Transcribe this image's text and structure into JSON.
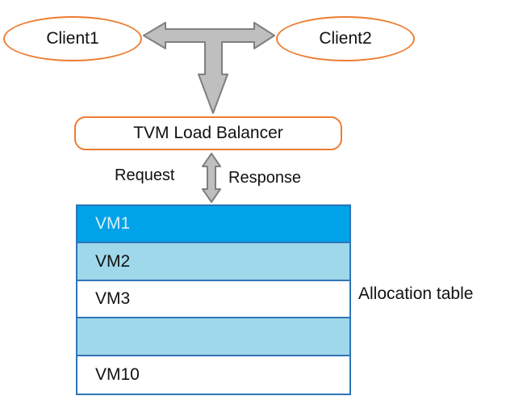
{
  "clients": [
    {
      "label": "Client1"
    },
    {
      "label": "Client2"
    }
  ],
  "balancer": {
    "label": "TVM Load Balancer"
  },
  "link_labels": {
    "request": "Request",
    "response": "Response"
  },
  "table": {
    "caption": "Allocation table",
    "rows": [
      {
        "label": "VM1",
        "fill": "#00a2e8",
        "text_color": "#d8eef9"
      },
      {
        "label": "VM2",
        "fill": "#9fd8ea",
        "text_color": "#111111"
      },
      {
        "label": "VM3",
        "fill": "#ffffff",
        "text_color": "#111111"
      },
      {
        "label": "",
        "fill": "#9fd8ea",
        "text_color": "#111111"
      },
      {
        "label": "VM10",
        "fill": "#ffffff",
        "text_color": "#111111"
      }
    ]
  },
  "colors": {
    "shape_outline": "#ed7d31",
    "table_border": "#2e75b6",
    "arrow_fill": "#bfbfbf",
    "arrow_stroke": "#7f7f7f"
  },
  "icons": [
    "t-junction-arrow-icon",
    "bidirectional-arrow-icon"
  ]
}
